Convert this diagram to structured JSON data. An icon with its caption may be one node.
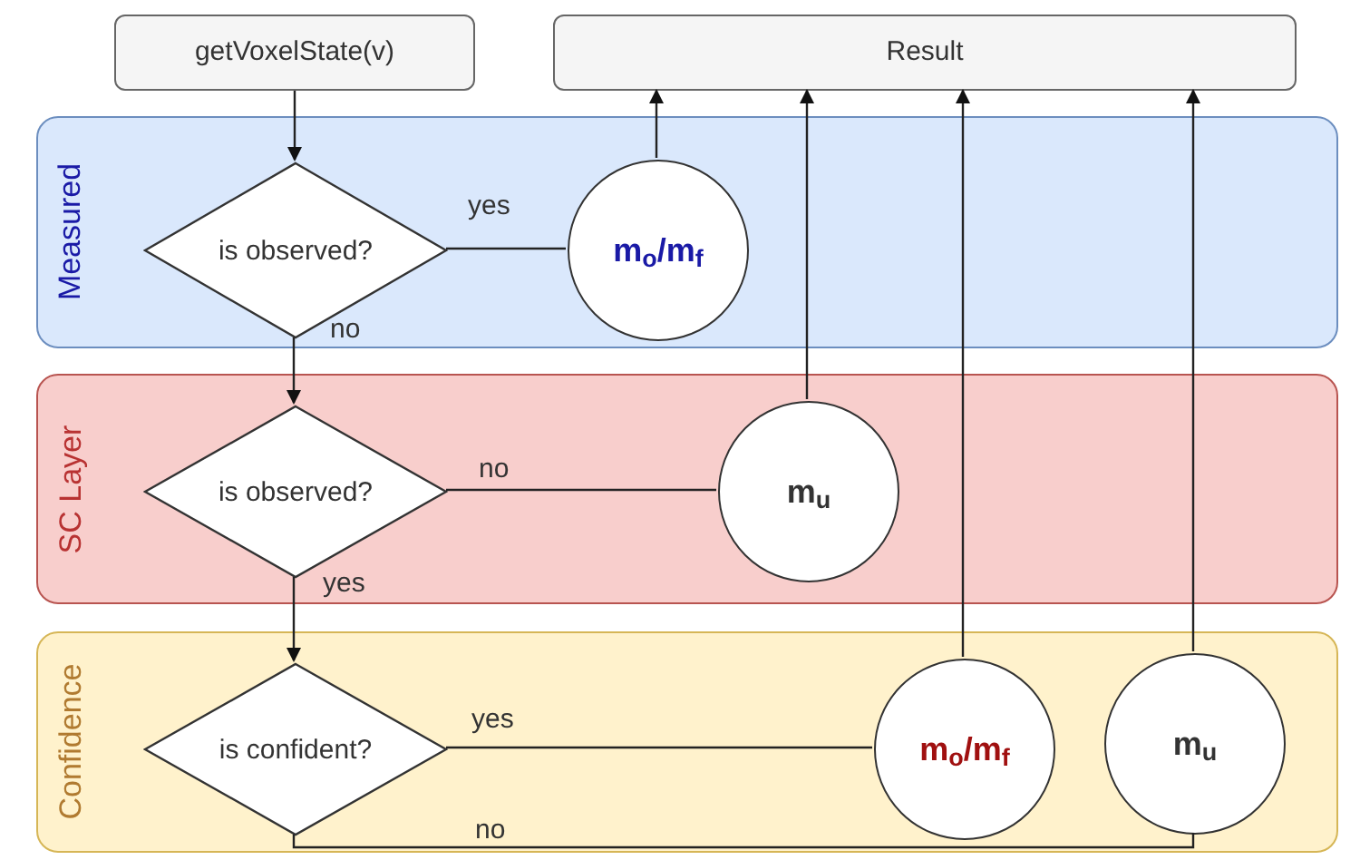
{
  "diagram": {
    "nodes": [
      {
        "text": [
          "getVoxelState(v)"
        ]
      },
      {
        "text": [
          "Result"
        ]
      },
      {
        "text": [
          "Measured"
        ]
      },
      {
        "text": [
          "is observed?"
        ],
        "in": 2
      },
      {
        "text": [
          "m$_{o}$/m$_{f}$"
        ],
        "in": 2
      },
      {
        "text": [
          "SC Layer"
        ]
      },
      {
        "text": [
          "is observed?"
        ],
        "in": 5
      },
      {
        "text": [
          "m$_{u}$"
        ],
        "in": 5
      },
      {
        "text": [
          "Confidence"
        ]
      },
      {
        "text": [
          "is confident?"
        ],
        "in": 8
      },
      {
        "text": [
          "m$_{o}$/m$_{f}$"
        ],
        "in": 8
      },
      {
        "text": [
          "m$_{u}$"
        ],
        "in": 8
      }
    ],
    "edges": [
      {
        "from": 0,
        "to": 3,
        "arrow": "to"
      },
      {
        "from": 3,
        "to": 4,
        "arrow": "none",
        "label": "yes"
      },
      {
        "from": 3,
        "to": 6,
        "arrow": "to",
        "label": "no"
      },
      {
        "from": 4,
        "to": 1,
        "arrow": "to"
      },
      {
        "from": 6,
        "to": 7,
        "arrow": "none",
        "label": "no"
      },
      {
        "from": 7,
        "to": 1,
        "arrow": "to"
      },
      {
        "from": 6,
        "to": 9,
        "arrow": "to",
        "label": "yes"
      },
      {
        "from": 9,
        "to": 10,
        "arrow": "none",
        "label": "yes"
      },
      {
        "from": 10,
        "to": 1,
        "arrow": "to"
      },
      {
        "from": 9,
        "to": 11,
        "arrow": "none",
        "label": "no"
      },
      {
        "from": 11,
        "to": 1,
        "arrow": "to"
      }
    ]
  }
}
